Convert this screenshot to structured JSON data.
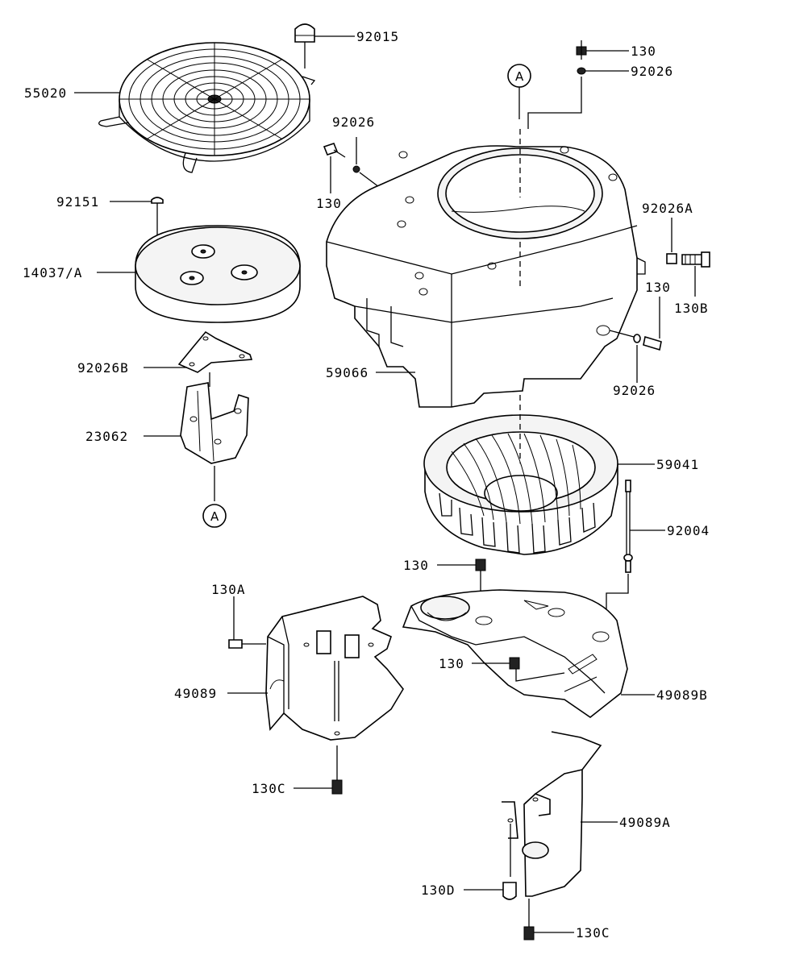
{
  "labels": {
    "l55020": "55020",
    "l92015": "92015",
    "l130_top": "130",
    "l92026_top": "92026",
    "l92026_mid": "92026",
    "l130_left": "130",
    "l92151": "92151",
    "l14037": "14037/A",
    "l92026A": "92026A",
    "l130_right": "130",
    "l130B": "130B",
    "l92026B": "92026B",
    "l59066": "59066",
    "l92026_right": "92026",
    "l23062": "23062",
    "l59041": "59041",
    "l92004": "92004",
    "l130_mid": "130",
    "l130A": "130A",
    "l130_low": "130",
    "l49089": "49089",
    "l49089B": "49089B",
    "l130C_left": "130C",
    "l49089A": "49089A",
    "l130D": "130D",
    "l130C_right": "130C"
  },
  "callouts": {
    "top": "A",
    "bottom": "A"
  }
}
